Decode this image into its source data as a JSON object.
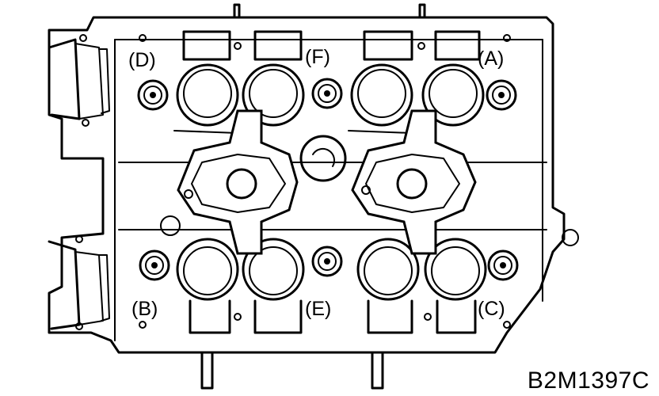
{
  "figure_code": "B2M1397C",
  "bolt_labels": {
    "A": "(A)",
    "B": "(B)",
    "C": "(C)",
    "D": "(D)",
    "E": "(E)",
    "F": "(F)"
  },
  "colors": {
    "line": "#000000",
    "background": "#ffffff"
  }
}
